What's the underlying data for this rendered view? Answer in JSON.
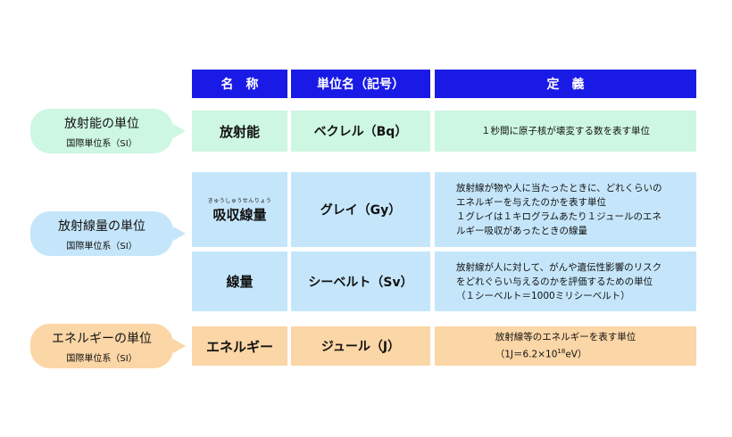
{
  "header": {
    "col_name": "名　称",
    "col_unit": "単位名（記号）",
    "col_def": "定　義"
  },
  "groups": [
    {
      "label": "放射能の単位",
      "sub": "国際単位系（SI）",
      "color": "#cdf7e2"
    },
    {
      "label": "放射線量の単位",
      "sub": "国際単位系（SI）",
      "color": "#c5e6fa"
    },
    {
      "label": "エネルギーの単位",
      "sub": "国際単位系（SI）",
      "color": "#fbd6a6"
    }
  ],
  "rows": [
    {
      "name": "放射能",
      "unit": "ベクレル（Bq）",
      "def": [
        "１秒間に原子核が壊変する数を表す単位"
      ]
    },
    {
      "ruby": "きゅうしゅうせんりょう",
      "name": "吸収線量",
      "unit": "グレイ（Gy）",
      "def": [
        "放射線が物や人に当たったときに、どれくらいの",
        "エネルギーを与えたのかを表す単位",
        "１グレイは１キログラムあたり１ジュールのエネ",
        "ルギー吸収があったときの線量"
      ]
    },
    {
      "name": "線量",
      "unit": "シーベルト（Sv）",
      "def": [
        "放射線が人に対して、がんや遺伝性影響のリスク",
        "をどれぐらい与えるのかを評価するための単位",
        "（１シーベルト＝1000ミリシーベルト）"
      ]
    },
    {
      "name": "エネルギー",
      "unit": "ジュール（J）",
      "def_line1": "放射線等のエネルギーを表す単位",
      "def_line2_pre": "（1J＝6.2×10",
      "def_line2_sup": "18",
      "def_line2_post": "eV）"
    }
  ]
}
